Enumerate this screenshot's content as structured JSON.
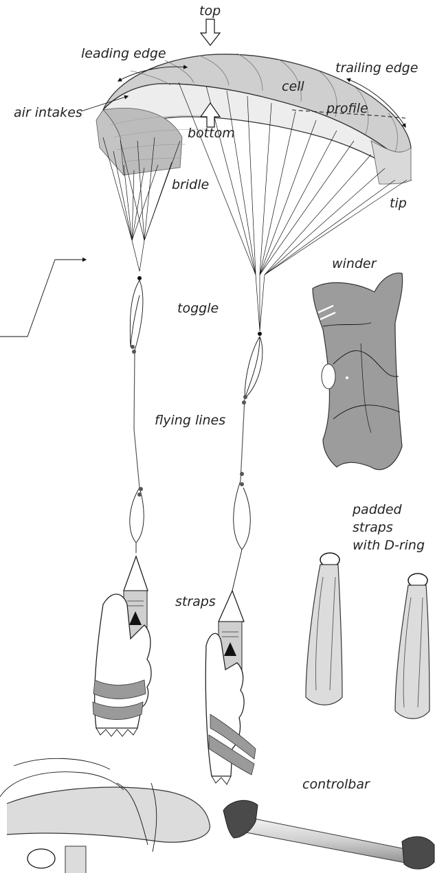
{
  "labels": {
    "top": "top",
    "leading_edge": "leading edge",
    "trailing_edge": "trailing edge",
    "cell": "cell",
    "air_intakes": "air intakes",
    "profile": "profile",
    "bottom": "bottom",
    "bridle": "bridle",
    "tip": "tip",
    "winder": "winder",
    "toggle": "toggle",
    "flying_lines": "flying lines",
    "padded_straps_1": "padded",
    "padded_straps_2": "straps",
    "padded_straps_3": "with D-ring",
    "straps": "straps",
    "controlbar": "controlbar"
  },
  "colors": {
    "canopy_top": "#cfcfcf",
    "canopy_underside": "#ededed",
    "canopy_front": "#b8b8b8",
    "winder_fill": "#9c9c9c",
    "strap_fill": "#dcdcdc",
    "handle_grip": "#4a4a4a",
    "bar_tube": "#d8d8d8"
  }
}
